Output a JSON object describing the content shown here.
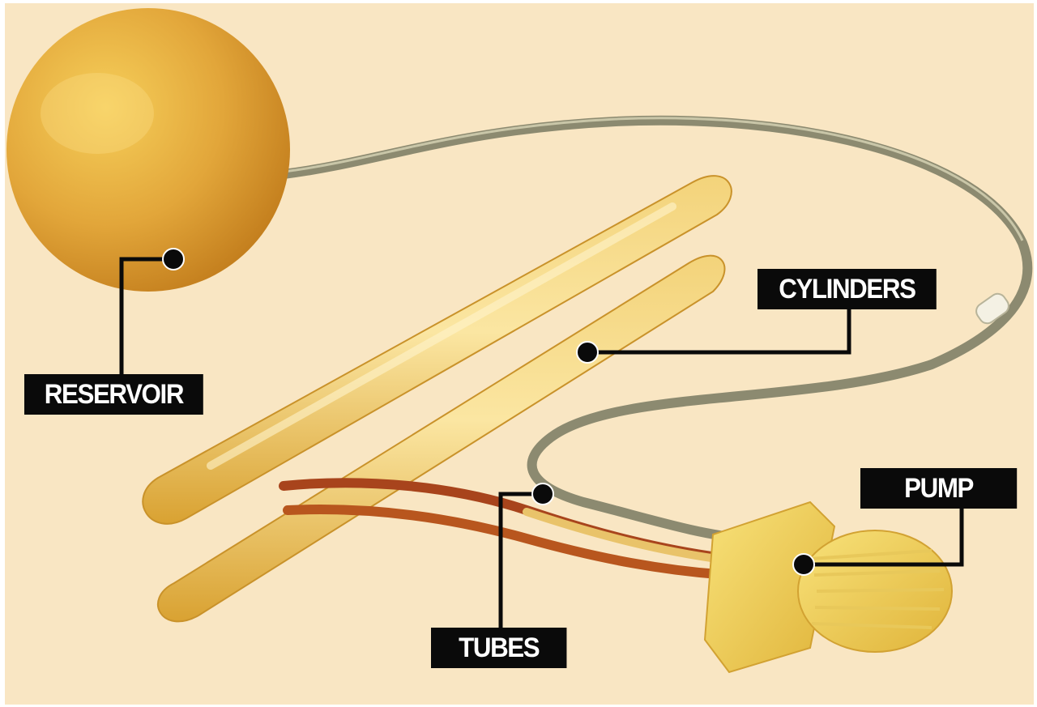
{
  "labels": {
    "reservoir": "RESERVOIR",
    "cylinders": "CYLINDERS",
    "tubes": "TUBES",
    "pump": "PUMP"
  },
  "colors": {
    "background": "#f9e6c3",
    "device_yellow": "#e8b838",
    "device_amber": "#c98a1c",
    "tube_red": "#a8441c",
    "tube_grey": "#8c8a70",
    "label_bg": "#0a0a0a",
    "label_text": "#ffffff"
  }
}
